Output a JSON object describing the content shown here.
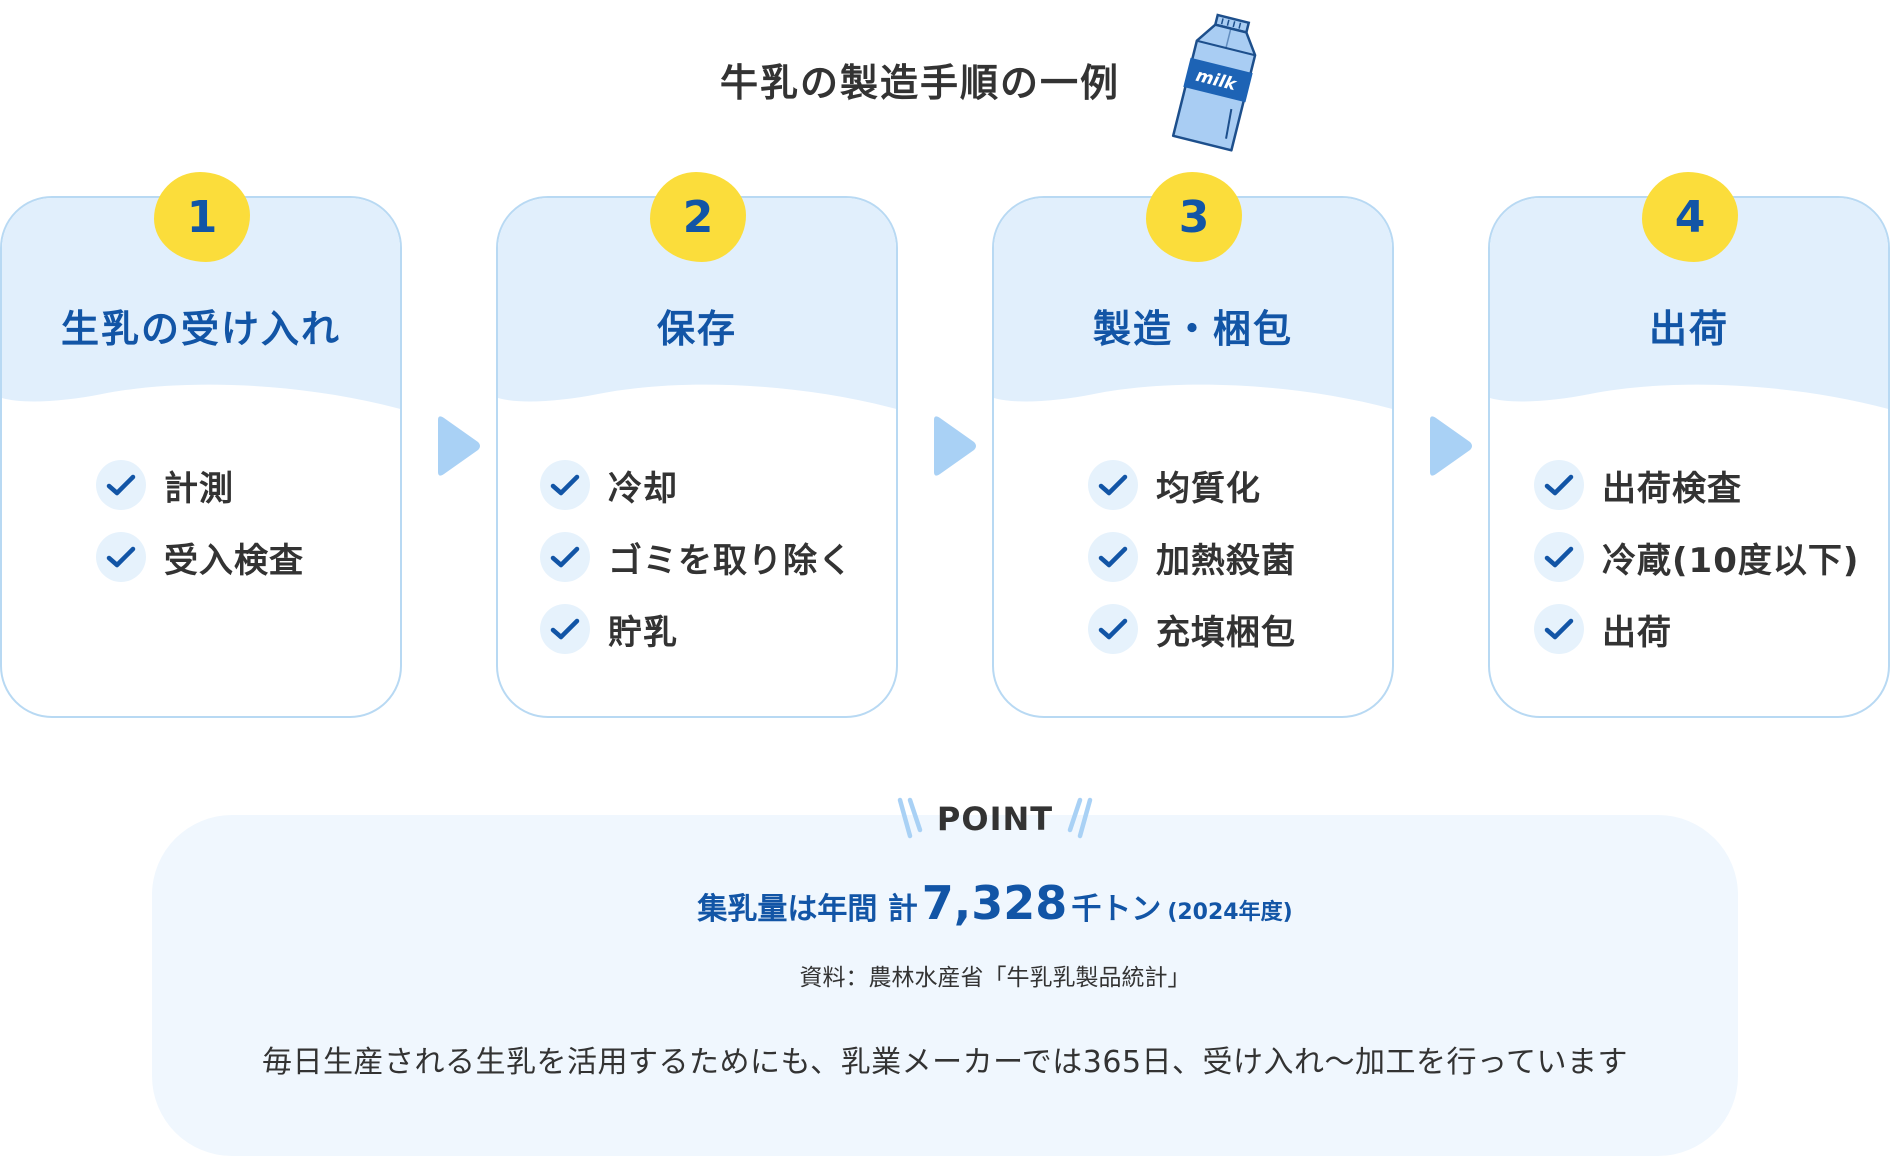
{
  "title": "牛乳の製造手順の一例",
  "milk_carton_label": "milk",
  "steps": [
    {
      "number": "1",
      "title": "生乳の受け入れ",
      "items": [
        "計測",
        "受入検査"
      ]
    },
    {
      "number": "2",
      "title": "保存",
      "items": [
        "冷却",
        "ゴミを取り除く",
        "貯乳"
      ]
    },
    {
      "number": "3",
      "title": "製造・梱包",
      "items": [
        "均質化",
        "加熱殺菌",
        "充填梱包"
      ]
    },
    {
      "number": "4",
      "title": "出荷",
      "items": [
        "出荷検査",
        "冷蔵(10度以下)",
        "出荷"
      ]
    }
  ],
  "point": {
    "label": "POINT",
    "stat_prefix": "集乳量は年間 計",
    "stat_value": "7,328",
    "stat_unit": "千トン",
    "stat_year": "(2024年度)",
    "source": "資料：農林水産省「牛乳乳製品統計」",
    "message": "毎日生産される生乳を活用するためにも、乳業メーカーでは365日、受け入れ〜加工を行っています"
  },
  "colors": {
    "accent_blue": "#1255a6",
    "light_blue": "#e1effc",
    "border_blue": "#b8d9f3",
    "badge_yellow": "#fbdd3b",
    "arrow_blue": "#a9d1f5"
  }
}
